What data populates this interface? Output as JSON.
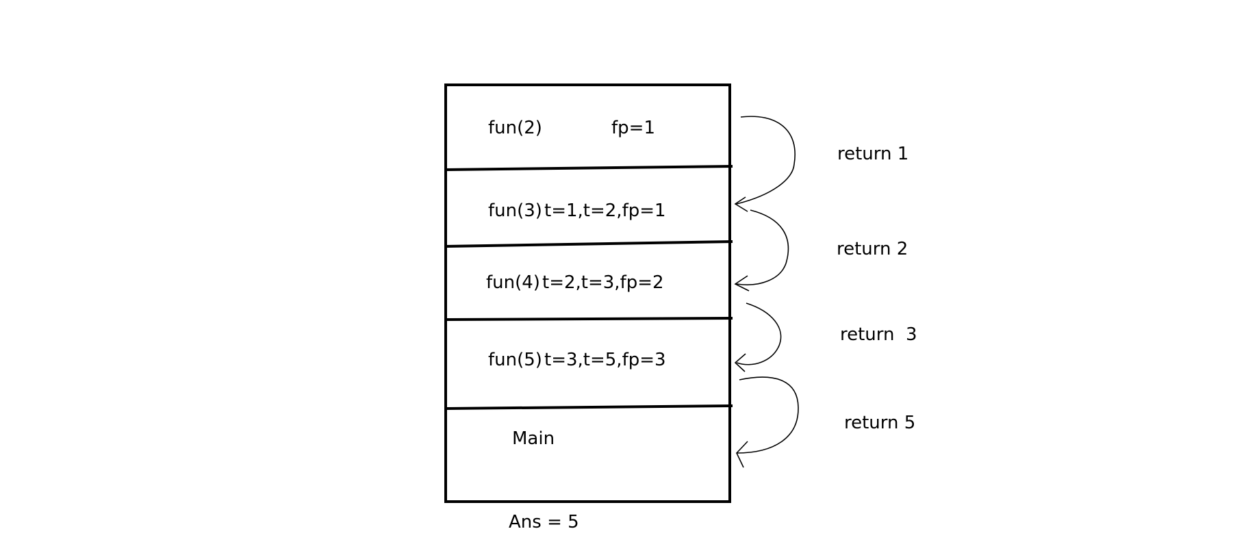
{
  "stack": {
    "frames": [
      {
        "call": "fun(2)",
        "vars": "fp=1"
      },
      {
        "call": "fun(3)",
        "vars": "t=1,t=2,fp=1"
      },
      {
        "call": "fun(4)",
        "vars": "t=2,t=3,fp=2"
      },
      {
        "call": "fun(5)",
        "vars": "t=3,t=5,fp=3"
      },
      {
        "call": "Main",
        "vars": ""
      }
    ],
    "answer": "Ans = 5"
  },
  "returns": [
    "return 1",
    "return 2",
    "return  3",
    "return 5"
  ],
  "colors": {
    "ink": "#000000",
    "background": "#ffffff"
  }
}
